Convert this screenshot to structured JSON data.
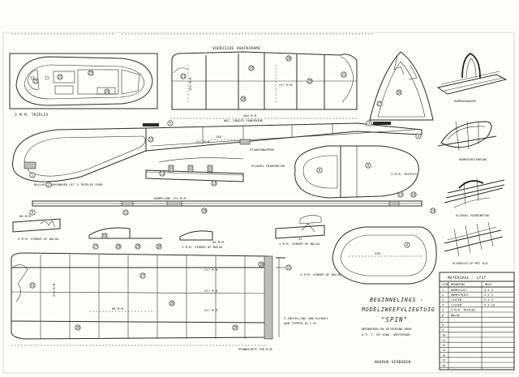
{
  "labels": {
    "triplex_left": "3 M.M. TRIPLEX",
    "voorzijde_hoofdframe": "VOORZIJDE HOOFDFRAME",
    "romp_length": "260 M.M.",
    "romp_note": "NAT. GROOTE FUNDERING",
    "staart_knoppen": "STAARTKNOPPEN",
    "vleugel_middenstuk": "VLEUGEL MIDDENSTUK",
    "ballast_note": "BALLAST, BOVENHOEK UIT 3 TRIPLEX SPAR",
    "rompflens": "ROMPFLENS 173 M.M.",
    "triplex_right": "3 M.M. TRIPLEX",
    "vinger_left": "5 M.M. VINGER OF BALSA",
    "vinger_mid": "3 M.M. VINGER OF BALSA",
    "vinger_mid2": "3 M.M. VINGER OF BALSA",
    "vinger_right": "3 M.M. VINGER OF BALSA",
    "rompgeraamte": "ROMPGERAAMTE",
    "rompversterking": "ROMPVERSTERKING",
    "vleugel_middenstuk2": "VLEUGEL MIDDENSTUK",
    "vleugelflip": "VLEUGELFLIP MET 0/0",
    "spanwijdte": "SPANWIJDTE 790 M.M.",
    "vleugel_note_1": "V-INSTELLING VAN VLEUGEL",
    "vleugel_note_2": "AAN TIPPEN 10 C.M.",
    "nadruk": "NADRUK VERBODEN",
    "dim_217": "217 M.M.",
    "dim_160": "160 M.M.",
    "dim_150": "150",
    "dim_95": "95 M.M.",
    "dim_60": "60 M.M.",
    "dim_85": "85 M.M.",
    "dim_270": "270 M.M.",
    "dim_230": "230",
    "dim_52": "52"
  },
  "title_block": {
    "line1": "BEGINNELINGS -",
    "line2": "MODELZWEEFVLIEGTUIG",
    "line3": "\"SPIN\"",
    "line4": "ONTWORPEN EN GETEEKEND DOOR",
    "line5": "A.P. F. DE JONG, AMSTERDAM."
  },
  "materials": {
    "header": "MATERIAAL - LYST",
    "columns": [
      "STUK",
      "BENAMING",
      "MAAT"
    ],
    "rows": [
      [
        "1",
        "ROMPLIJST",
        "3 X 3"
      ],
      [
        "2",
        "ROMPSTRIPS",
        "3 X 3"
      ],
      [
        "3",
        "LISTEN",
        "5 X 5"
      ],
      [
        "4",
        "LISTEN",
        "5 X 10"
      ],
      [
        "5",
        "3 M.M. TRIPLEX",
        ""
      ],
      [
        "6",
        "BALSA",
        ""
      ],
      [
        "7",
        "",
        ""
      ],
      [
        "8",
        "",
        ""
      ],
      [
        "9",
        "",
        ""
      ],
      [
        "10",
        "",
        ""
      ],
      [
        "11",
        "",
        ""
      ],
      [
        "12",
        "",
        ""
      ],
      [
        "13",
        "",
        ""
      ],
      [
        "14",
        "",
        ""
      ],
      [
        "15",
        "",
        ""
      ],
      [
        "16",
        "",
        ""
      ]
    ]
  },
  "callouts": [
    "1",
    "2",
    "3",
    "4",
    "5",
    "6",
    "7",
    "8",
    "9",
    "10",
    "11",
    "12",
    "13",
    "14",
    "15",
    "16",
    "17",
    "18",
    "19",
    "20",
    "21",
    "22",
    "23",
    "24",
    "25",
    "26",
    "27",
    "28",
    "29",
    "30",
    "31",
    "32"
  ]
}
